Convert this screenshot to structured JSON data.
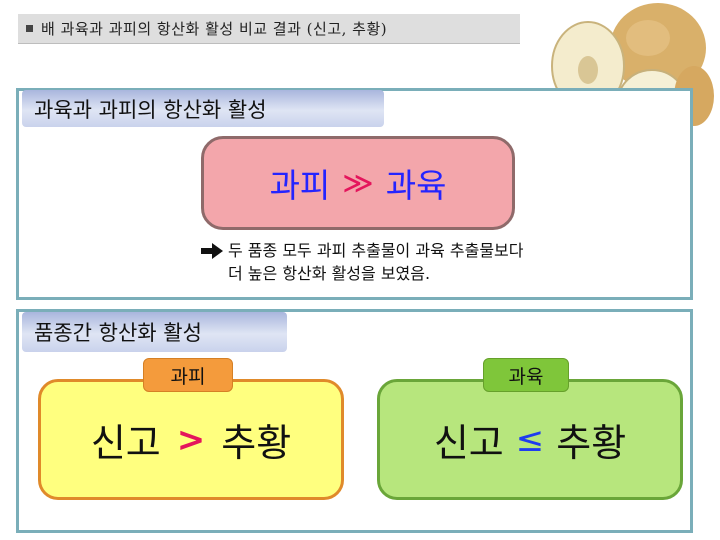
{
  "title": "배 과육과 과피의 항산화 활성 비교 결과 (신고, 추황)",
  "section1": {
    "heading": "과육과 과피의 항산화 활성",
    "compare": {
      "left": "과피",
      "relation": "≫",
      "right": "과육"
    },
    "note_line1": "두 품종 모두 과피 추출물이 과육 추출물보다",
    "note_line2": "더 높은 항산화 활성을 보였음."
  },
  "section2": {
    "heading": "품종간 항산화 활성",
    "peel": {
      "tag": "과피",
      "left": "신고",
      "relation": ">",
      "right": "추황"
    },
    "flesh": {
      "tag": "과육",
      "left": "신고",
      "relation": "≤",
      "right": "추황"
    }
  },
  "colors": {
    "accent_border": "#7aaeb9",
    "pink": "#f3a6ab",
    "yellow": "#ffff7f",
    "green": "#b7e67d",
    "orange": "#f49b3c"
  }
}
